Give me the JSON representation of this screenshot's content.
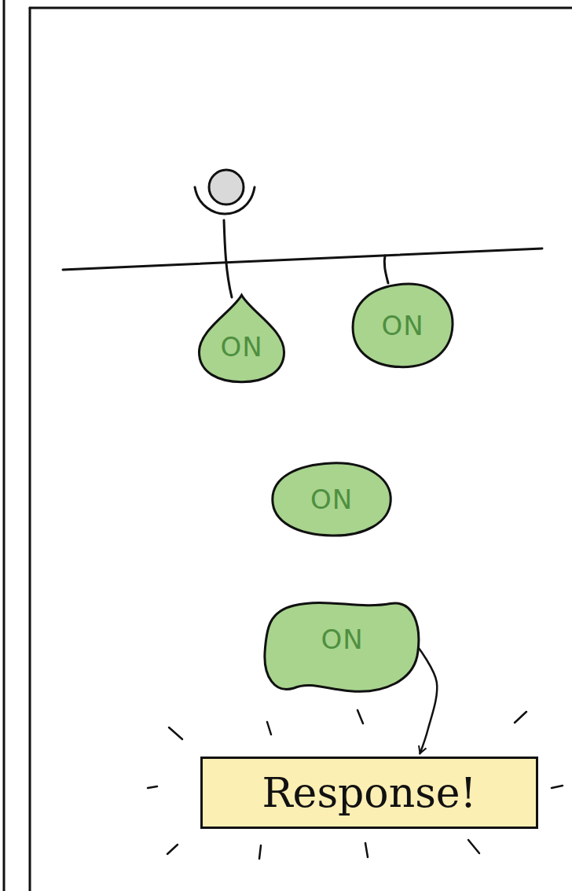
{
  "diagram": {
    "nodes": [
      {
        "text": [
          "ON"
        ]
      },
      {
        "text": [
          "ON"
        ]
      },
      {
        "text": [
          "ON"
        ]
      },
      {
        "text": [
          "ON"
        ]
      },
      {
        "text": [
          "Response!"
        ]
      }
    ],
    "edges": [
      {
        "from": 3,
        "to": 4,
        "arrow": "to"
      }
    ]
  }
}
